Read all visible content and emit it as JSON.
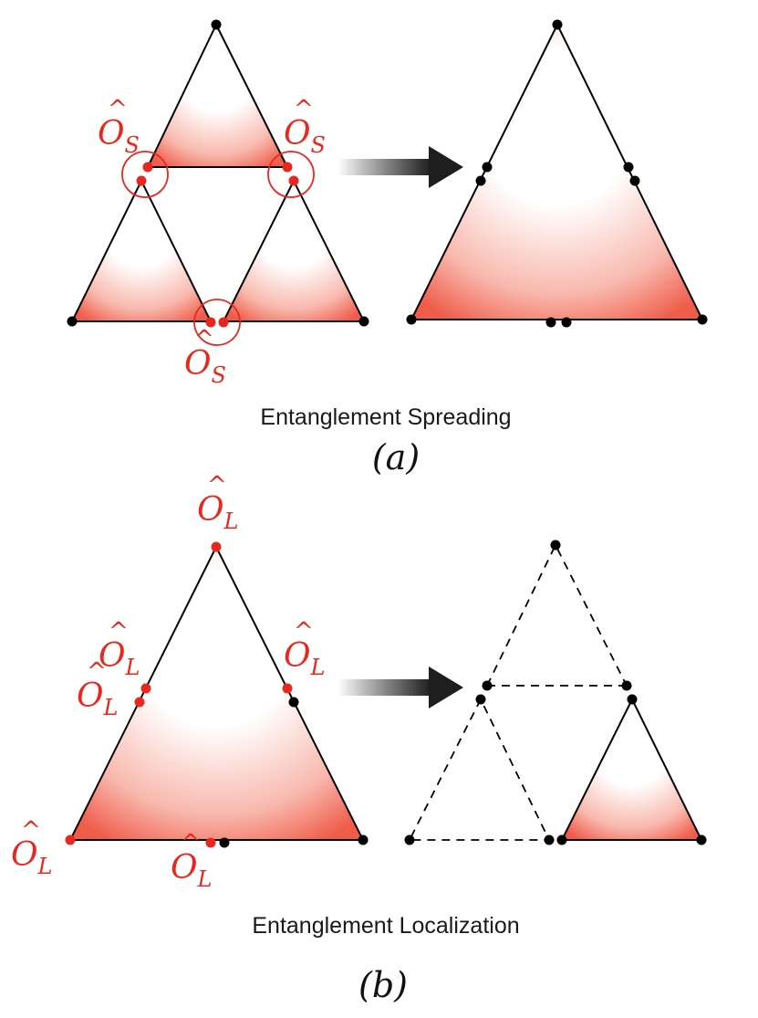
{
  "panel_a": {
    "caption": "Entanglement Spreading",
    "label": "(a)",
    "operator": {
      "symbol": "O",
      "subscript": "S"
    }
  },
  "panel_b": {
    "caption": "Entanglement Localization",
    "label": "(b)",
    "operator": {
      "symbol": "O",
      "subscript": "L"
    }
  },
  "colors": {
    "operator_red": "#e8281e",
    "node_black": "#000000",
    "fill_red": "#f26a5a",
    "arrow_dark": "#1e1e1e"
  }
}
